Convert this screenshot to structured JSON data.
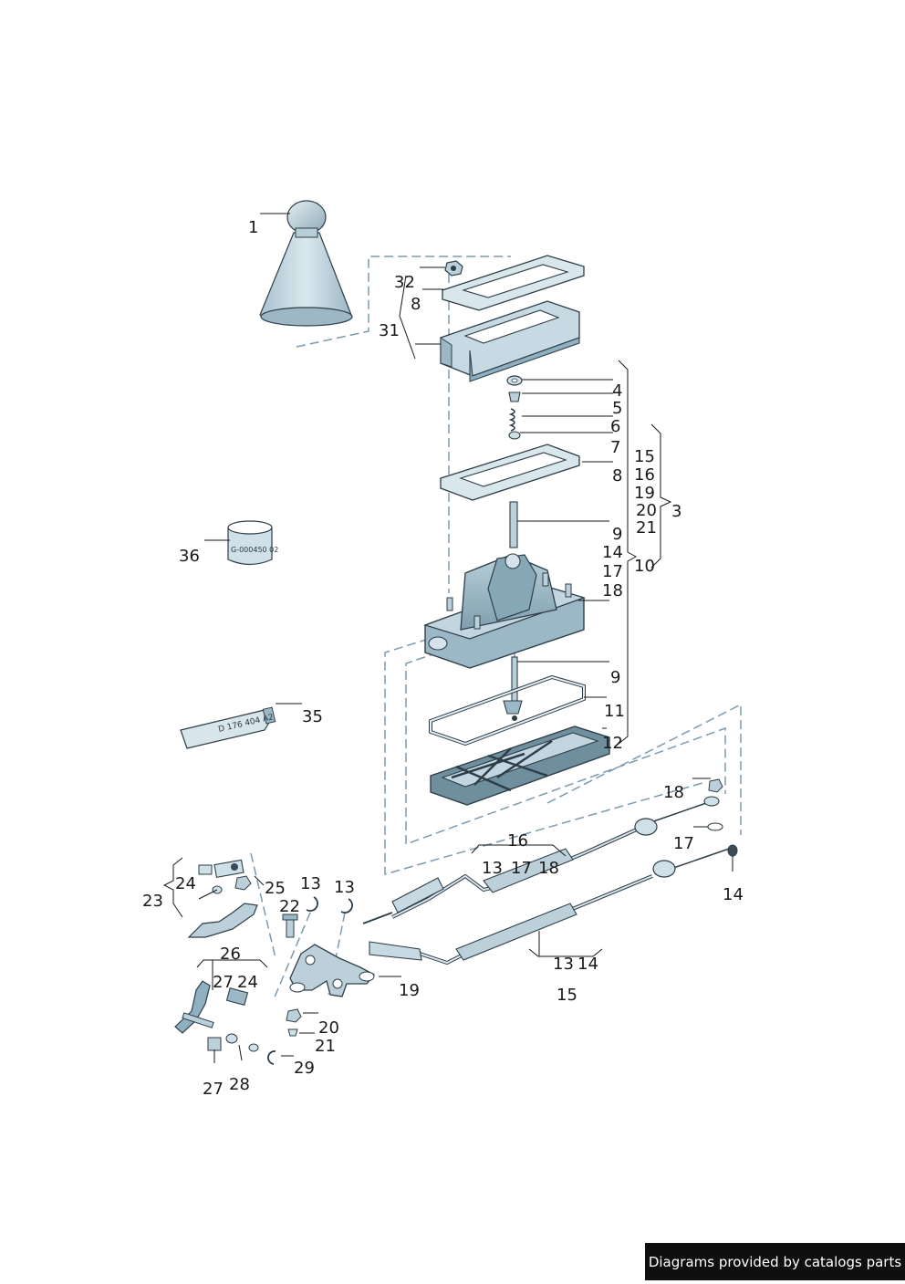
{
  "diagram": {
    "labels": [
      "1",
      "32",
      "8",
      "31",
      "4",
      "5",
      "6",
      "7",
      "8",
      "15",
      "16",
      "19",
      "20",
      "21",
      "3",
      "10",
      "36",
      "9",
      "14",
      "17",
      "18",
      "9",
      "11",
      "12",
      "35",
      "18",
      "17",
      "16",
      "13",
      "17",
      "18",
      "14",
      "24",
      "23",
      "25",
      "22",
      "13",
      "13",
      "26",
      "27",
      "24",
      "19",
      "13",
      "14",
      "15",
      "20",
      "21",
      "29",
      "27",
      "28"
    ],
    "tube_text": "D 176 404 A2",
    "cylinder_text": "G-000450 02"
  },
  "watermark": {
    "text": "Diagrams provided by catalogs parts"
  },
  "colors": {
    "part_fill": "#cfe0e8",
    "part_dark": "#8fb0c0",
    "part_stroke": "#2e3e48",
    "dash": "#7a9bb0",
    "leader": "#1a1a1a"
  }
}
